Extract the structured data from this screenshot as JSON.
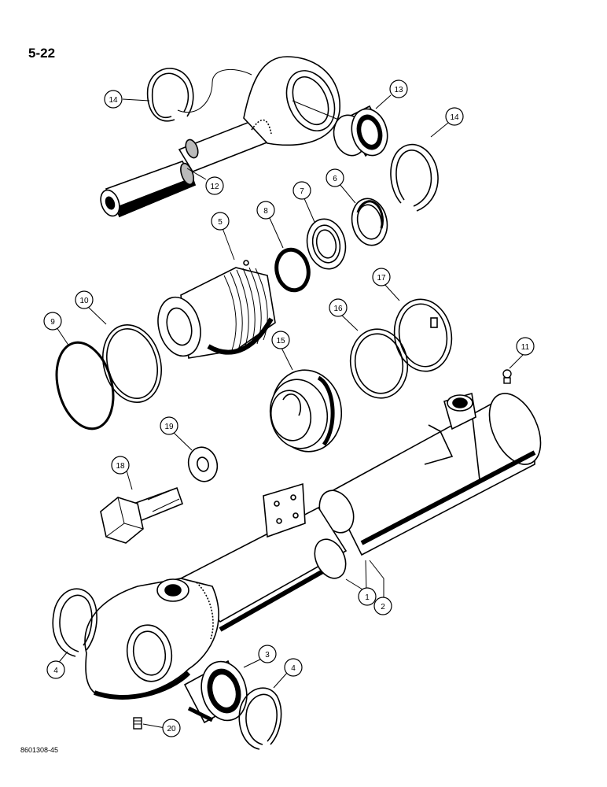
{
  "page": {
    "number": "5-22",
    "figure_code": "8601308-45"
  },
  "callouts": {
    "c1": "1",
    "c2": "2",
    "c3": "3",
    "c4a": "4",
    "c4b": "4",
    "c5": "5",
    "c6": "6",
    "c7": "7",
    "c8": "8",
    "c9": "9",
    "c10": "10",
    "c11": "11",
    "c12": "12",
    "c13": "13",
    "c14a": "14",
    "c14b": "14",
    "c15": "15",
    "c16": "16",
    "c17": "17",
    "c18": "18",
    "c19": "19",
    "c20": "20"
  }
}
